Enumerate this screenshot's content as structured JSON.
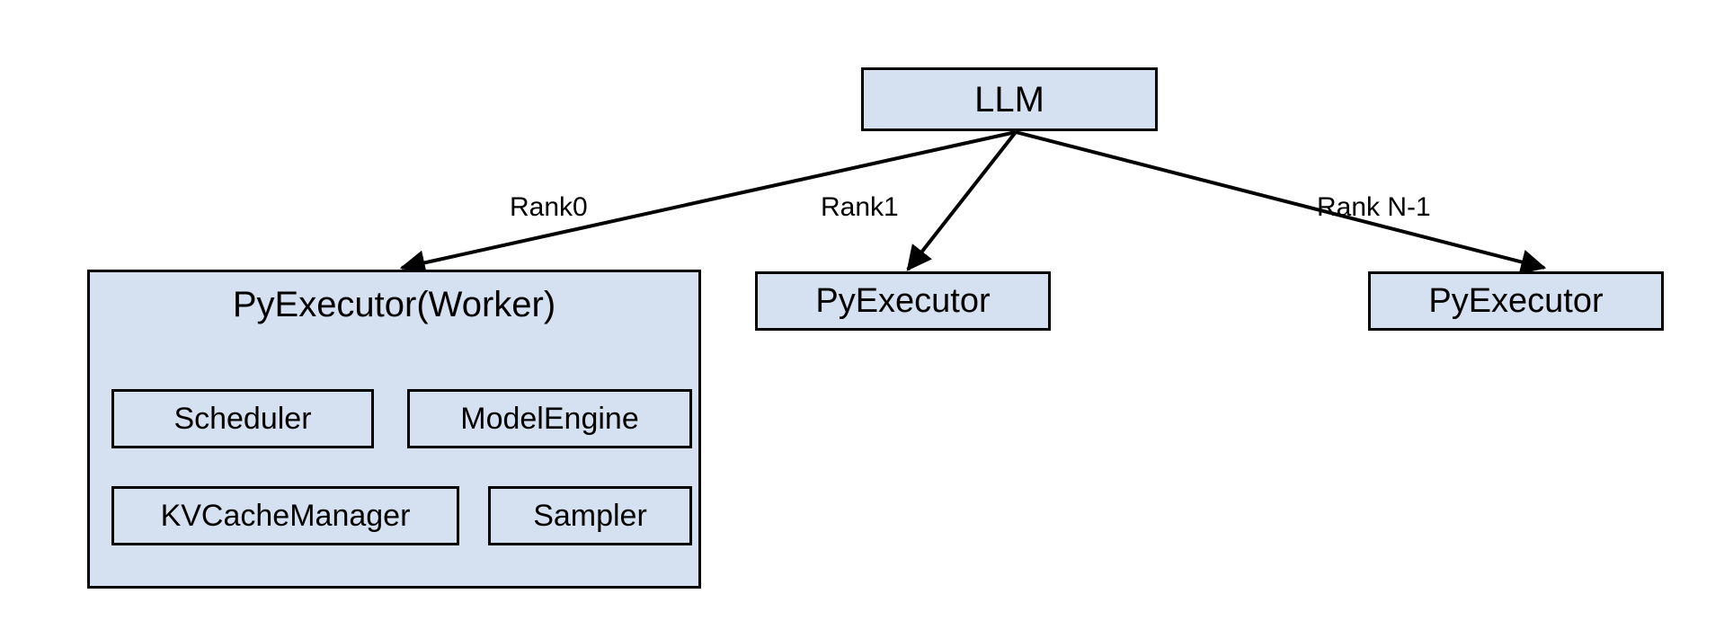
{
  "diagram": {
    "title": "LLM multi-rank PyExecutor topology",
    "background_color": "#ffffff",
    "node_fill_color": "#d5e0f0",
    "node_border_color": "#000000",
    "edge_color": "#000000",
    "text_color": "#000000"
  },
  "nodes": {
    "llm": {
      "label": "LLM"
    },
    "worker": {
      "label": "PyExecutor(Worker)"
    },
    "scheduler": {
      "label": "Scheduler"
    },
    "model_engine": {
      "label": "ModelEngine"
    },
    "kv_cache_manager": {
      "label": "KVCacheManager"
    },
    "sampler": {
      "label": "Sampler"
    },
    "executor_rank1": {
      "label": "PyExecutor"
    },
    "executor_rankn": {
      "label": "PyExecutor"
    }
  },
  "edges": [
    {
      "from": "llm",
      "to": "worker",
      "label": "Rank0"
    },
    {
      "from": "llm",
      "to": "executor_rank1",
      "label": "Rank1"
    },
    {
      "from": "llm",
      "to": "executor_rankn",
      "label": "Rank N-1"
    }
  ],
  "edge_labels": {
    "rank0": "Rank0",
    "rank1": "Rank1",
    "rank_n_1": "Rank N-1"
  }
}
